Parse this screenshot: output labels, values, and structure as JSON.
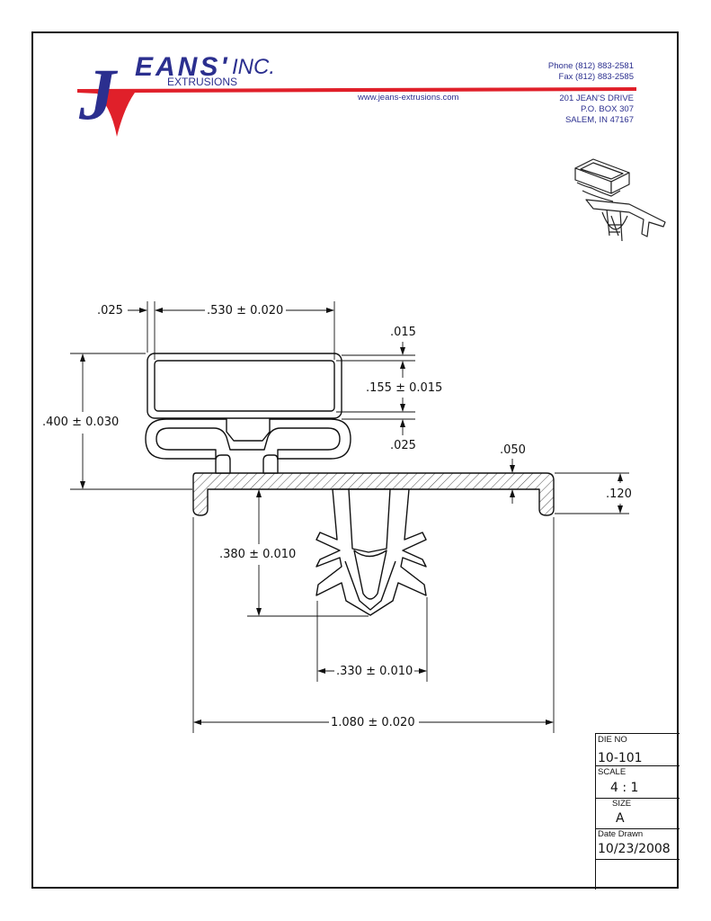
{
  "header": {
    "logo_j": "J",
    "logo_word": "EANS'",
    "logo_inc": "INC.",
    "logo_sub": "EXTRUSIONS",
    "phone": "Phone (812) 883-2581",
    "fax": "Fax (812) 883-2585",
    "website": "www.jeans-extrusions.com",
    "address_line1": "201 JEAN'S DRIVE",
    "address_line2": "P.O. BOX 307",
    "address_line3": "SALEM, IN 47167"
  },
  "dimensions": {
    "top_wall": ".025",
    "bulb_width": ".530 ± 0.020",
    "bulb_wall": ".015",
    "bulb_height": ".155 ± 0.015",
    "bulb_gap": ".025",
    "overall_height": ".400 ± 0.030",
    "flange_thickness": ".050",
    "lip_height": ".120",
    "dart_height": ".380 ± 0.010",
    "dart_width": ".330 ± 0.010",
    "overall_width": "1.080 ± 0.020"
  },
  "title_block": {
    "die_no_label": "DIE NO",
    "die_no": "10-101",
    "scale_label": "SCALE",
    "scale": "4 : 1",
    "size_label": "SIZE",
    "size": "A",
    "date_label": "Date Drawn",
    "date": "10/23/2008"
  },
  "colors": {
    "brand_blue": "#2b2f8f",
    "brand_red": "#e0202a",
    "line": "#111111"
  }
}
